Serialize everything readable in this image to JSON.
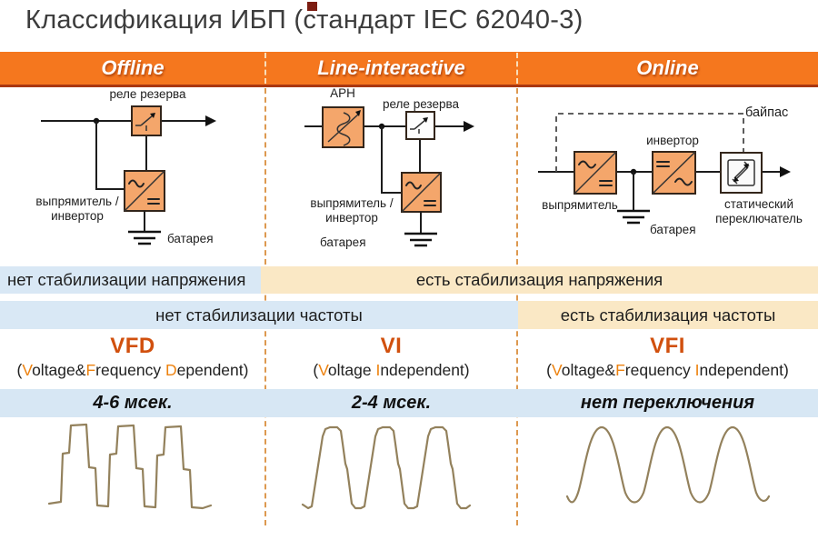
{
  "title": "Классификация ИБП (стандарт IEC 62040-3)",
  "header": {
    "offline": "Offline",
    "line_interactive": "Line-interactive",
    "online": "Online"
  },
  "diagrams": {
    "offline": {
      "relay": "реле резерва",
      "converter_line1": "выпрямитель /",
      "converter_line2": "инвертор",
      "battery": "батарея"
    },
    "line_interactive": {
      "avr": "АРН",
      "relay": "реле резерва",
      "converter_line1": "выпрямитель /",
      "converter_line2": "инвертор",
      "battery": "батарея"
    },
    "online": {
      "bypass": "байпас",
      "rectifier": "выпрямитель",
      "inverter": "инвертор",
      "battery": "батарея",
      "static_switch_line1": "статический",
      "static_switch_line2": "переключатель"
    }
  },
  "stabilization": {
    "voltage_no": "нет стабилизации напряжения",
    "voltage_yes": "есть стабилизация напряжения",
    "frequency_no": "нет стабилизации частоты",
    "frequency_yes": "есть стабилизация частоты"
  },
  "classes": [
    {
      "acronym": "VFD",
      "full_parts": [
        {
          "t": "("
        },
        {
          "t": "V",
          "h": true
        },
        {
          "t": "oltage&"
        },
        {
          "t": "F",
          "h": true
        },
        {
          "t": "requency "
        },
        {
          "t": "D",
          "h": true
        },
        {
          "t": "ependent)"
        }
      ],
      "switch_time": "4-6 мсек.",
      "waveform": "stepped-square"
    },
    {
      "acronym": "VI",
      "full_parts": [
        {
          "t": "("
        },
        {
          "t": "V",
          "h": true
        },
        {
          "t": "oltage "
        },
        {
          "t": "I",
          "h": true
        },
        {
          "t": "ndependent)"
        }
      ],
      "switch_time": "2-4 мсек.",
      "waveform": "quasi-trapezoidal"
    },
    {
      "acronym": "VFI",
      "full_parts": [
        {
          "t": "("
        },
        {
          "t": "V",
          "h": true
        },
        {
          "t": "oltage&"
        },
        {
          "t": "F",
          "h": true
        },
        {
          "t": "requency "
        },
        {
          "t": "I",
          "h": true
        },
        {
          "t": "ndependent)"
        }
      ],
      "switch_time": "нет переключения",
      "waveform": "sine"
    }
  ],
  "colors": {
    "header_bg": "#f5771e",
    "header_border": "#a93811",
    "acronym_text": "#d1500e",
    "highlight_text": "#ed820f",
    "row_blue": "#d9e8f5",
    "row_cream": "#fae8c5",
    "box_fill": "#f4a66b",
    "waveform_stroke": "#93815c",
    "divider_dash": "#dd9950"
  }
}
